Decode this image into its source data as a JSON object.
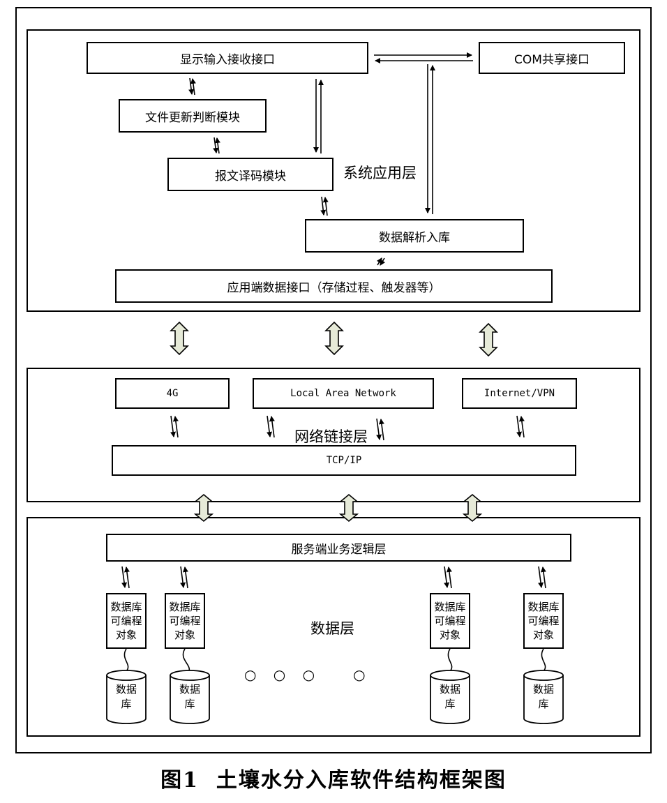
{
  "layers": {
    "app": {
      "label": "系统应用层",
      "display_interface": "显示输入接收接口",
      "com_interface": "COM共享接口",
      "file_update_module": "文件更新判断模块",
      "decode_module": "报文译码模块",
      "parse_module": "数据解析入库",
      "app_data_interface": "应用端数据接口（存储过程、触发器等）"
    },
    "network": {
      "label": "网络链接层",
      "n4g": "4G",
      "lan": "Local Area Network",
      "vpn": "Internet/VPN",
      "tcpip": "TCP/IP"
    },
    "data": {
      "label": "数据层",
      "service_logic": "服务端业务逻辑层",
      "programmable_object": "数据库可编程对象",
      "database": "数据库",
      "ellipsis": "○ ○ ○   ○"
    }
  },
  "caption": "图1  土壤水分入库软件结构框架图"
}
